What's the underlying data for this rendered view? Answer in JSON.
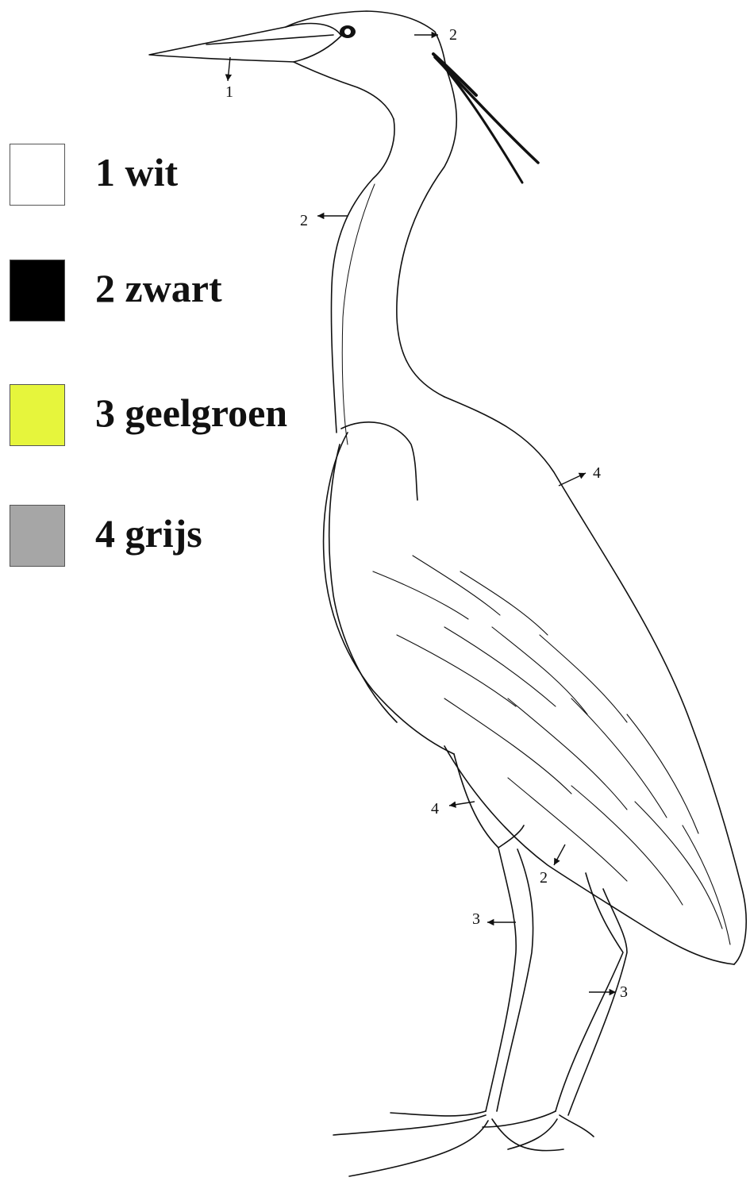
{
  "legend": [
    {
      "label": "1 wit",
      "color": "#ffffff"
    },
    {
      "label": "2 zwart",
      "color": "#000000"
    },
    {
      "label": "3 geelgroen",
      "color": "#e6f53c"
    },
    {
      "label": "4 grijs",
      "color": "#a6a6a6"
    }
  ],
  "callouts": [
    "1",
    "2",
    "2",
    "4",
    "4",
    "2",
    "3",
    "3"
  ],
  "colors": {
    "outline": "#111111"
  }
}
